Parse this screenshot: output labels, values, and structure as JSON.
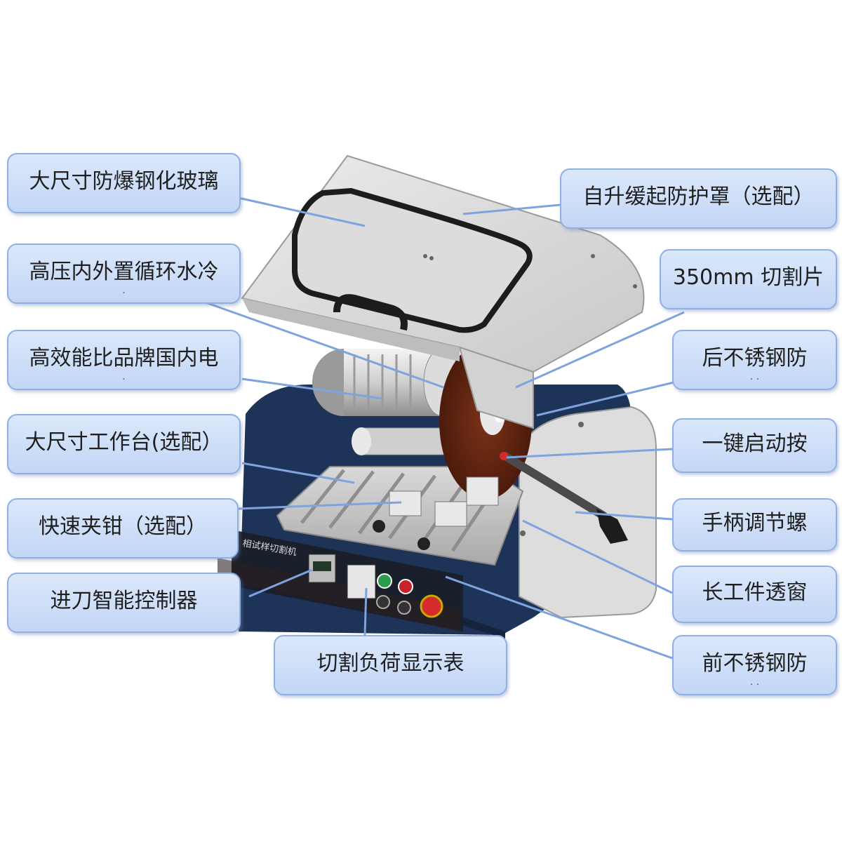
{
  "labels": {
    "glass": "大尺寸防爆钢化玻璃",
    "cover": "自升缓起防护罩（选配）",
    "cooling": "高压内外置循环水冷",
    "blade": "350mm 切割片",
    "motor": "高效能比品牌国内电",
    "rear_guard": "后不锈钢防",
    "table": "大尺寸工作台(选配）",
    "start_button": "一键启动按",
    "clamp": "快速夹钳（选配）",
    "handle_screw": "手柄调节螺",
    "feed_controller": "进刀智能控制器",
    "long_window": "长工件透窗",
    "load_meter": "切割负荷显示表",
    "front_guard": "前不锈钢防"
  },
  "machine": {
    "panel_text": "相试样切割机"
  },
  "colors": {
    "callout_fill": "#c9dbf7",
    "callout_border": "#8fb0e3",
    "base_navy": "#1e3358",
    "blade_brown": "#5e2410"
  }
}
